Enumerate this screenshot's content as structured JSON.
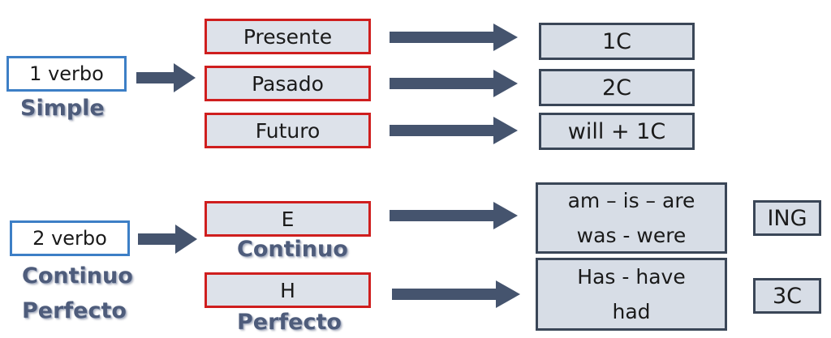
{
  "simple": {
    "verb_box": "1 verbo",
    "label": "Simple",
    "rows": [
      {
        "tense": "Presente",
        "form": "1C"
      },
      {
        "tense": "Pasado",
        "form": "2C"
      },
      {
        "tense": "Futuro",
        "form": "will + 1C"
      }
    ]
  },
  "compound": {
    "verb_box": "2 verbo",
    "labels": [
      "Continuo",
      "Perfecto"
    ],
    "continuo": {
      "letter": "E",
      "label": "Continuo",
      "aux_line1": "am – is – are",
      "aux_line2": "was - were",
      "suffix": "ING"
    },
    "perfecto": {
      "letter": "H",
      "label": "Perfecto",
      "aux_line1": "Has  - have",
      "aux_line2": "had",
      "suffix": "3C"
    }
  },
  "colors": {
    "verb_border": "#3d7fc6",
    "tense_border": "#cf1e1e",
    "form_border": "#3a4657",
    "arrow": "#45546e",
    "label": "#4e5c7b"
  }
}
